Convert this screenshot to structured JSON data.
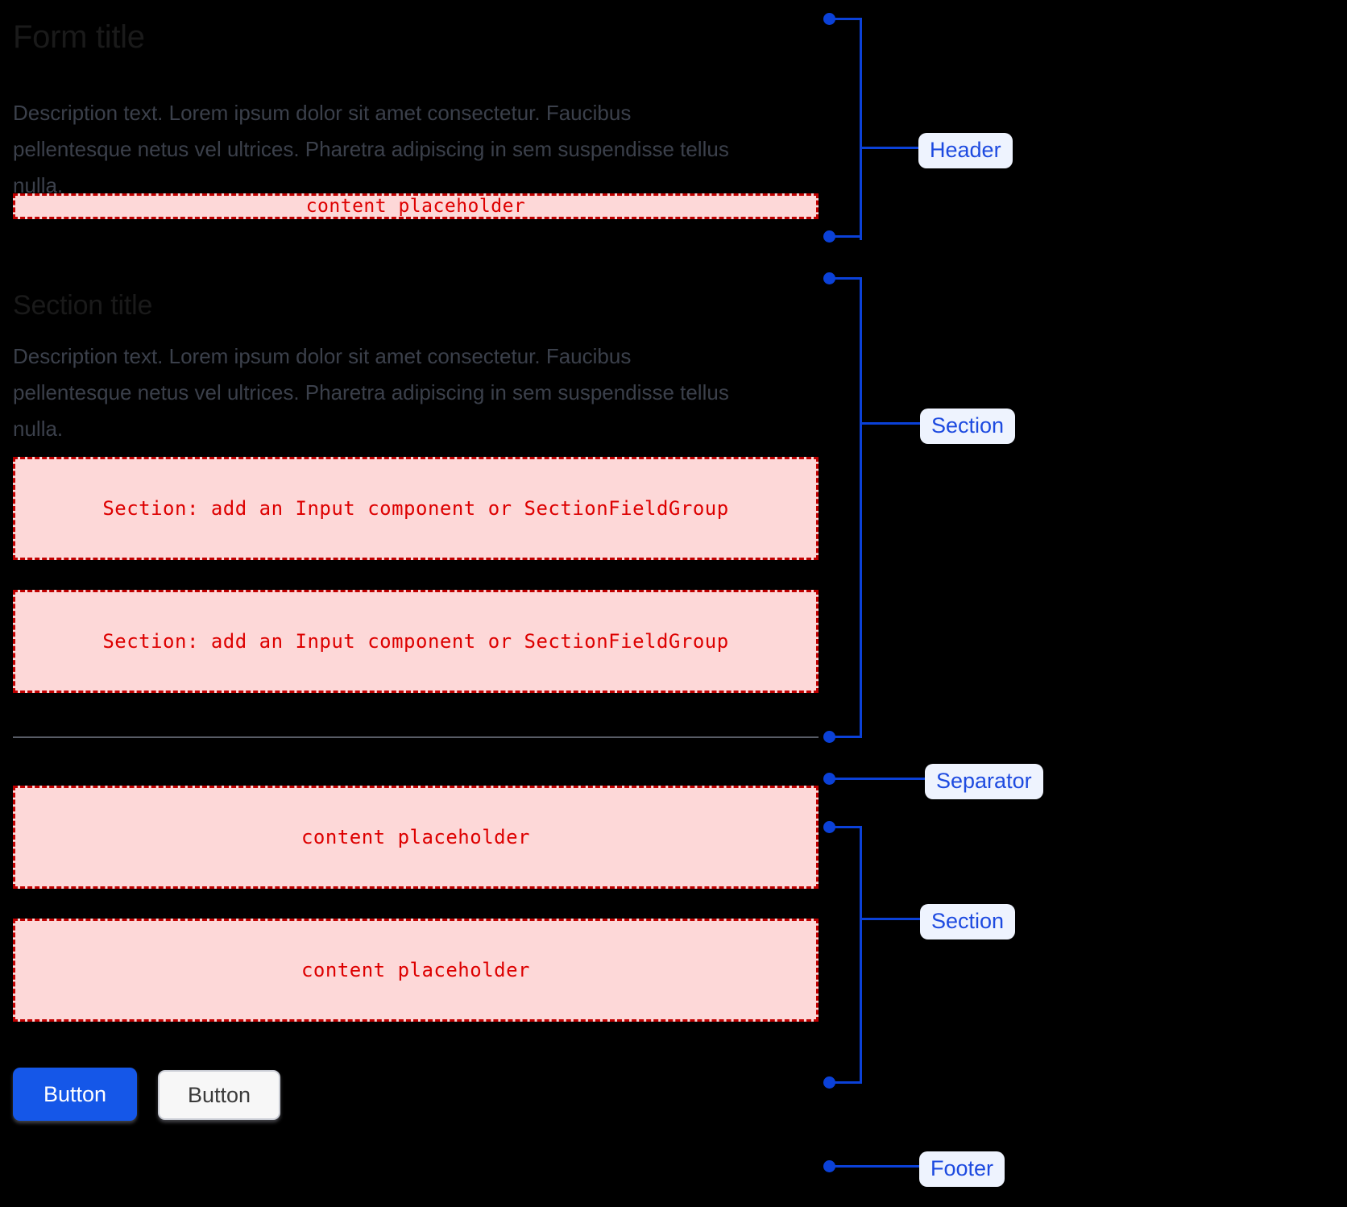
{
  "canvas": {
    "background": "#000000",
    "accent_blue": "#1557e8",
    "annotation_blue": "#0b41d8",
    "tag_bg": "#eef3fe",
    "placeholder_fill": "#fdd8d8",
    "placeholder_border": "#c00000",
    "placeholder_text": "#dd0000",
    "separator_color": "#585c66"
  },
  "header": {
    "title": "Form title",
    "description": "Description text. Lorem ipsum dolor sit amet consectetur. Faucibus pellentesque netus vel ultrices. Pharetra adipiscing in sem suspendisse tellus nulla.",
    "placeholder": "content placeholder"
  },
  "section_one": {
    "title": "Section title",
    "description": "Description text. Lorem ipsum dolor sit amet consectetur. Faucibus pellentesque netus vel ultrices. Pharetra adipiscing in sem suspendisse tellus nulla.",
    "placeholders": [
      "Section: add an Input component or SectionFieldGroup",
      "Section: add an Input component or SectionFieldGroup"
    ]
  },
  "section_two": {
    "placeholders": [
      "content placeholder",
      "content placeholder"
    ]
  },
  "footer": {
    "primary_button": "Button",
    "secondary_button": "Button"
  },
  "annotations": {
    "header_label": "Header",
    "section_one_label": "Section",
    "separator_label": "Separator",
    "section_two_label": "Section",
    "footer_label": "Footer"
  }
}
